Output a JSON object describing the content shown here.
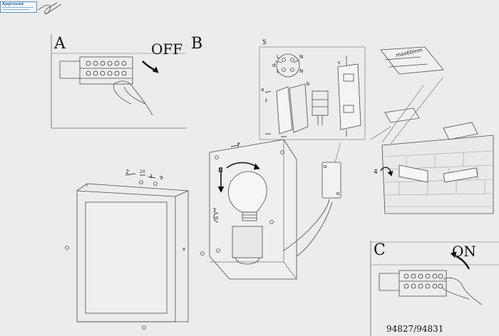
{
  "approval_stamp": {
    "title": "Approved"
  },
  "panels": {
    "a": {
      "letter": "A",
      "state": "OFF"
    },
    "b": {
      "letter": "B"
    },
    "c": {
      "letter": "C",
      "state": "ON"
    }
  },
  "callouts": {
    "step_1": "1",
    "step_2": "2",
    "step_3": "3",
    "step_4": "4",
    "step_5": "5",
    "step_7": "7",
    "step_8": "8",
    "step_9": "9",
    "step_10": "10",
    "part_a": "a",
    "part_b": "b",
    "part_c": "c",
    "part_d": "d",
    "part_f": "f",
    "terminal_l_top": "L",
    "terminal_l_mid": "L",
    "terminal_n_top": "N",
    "terminal_n_bottom": "N",
    "strip_length": "max60mm"
  },
  "model_numbers": "94827/94831",
  "colors": {
    "line": "#4a4a4a",
    "paper": "#ececec",
    "stamp": "#2f6fa8"
  }
}
